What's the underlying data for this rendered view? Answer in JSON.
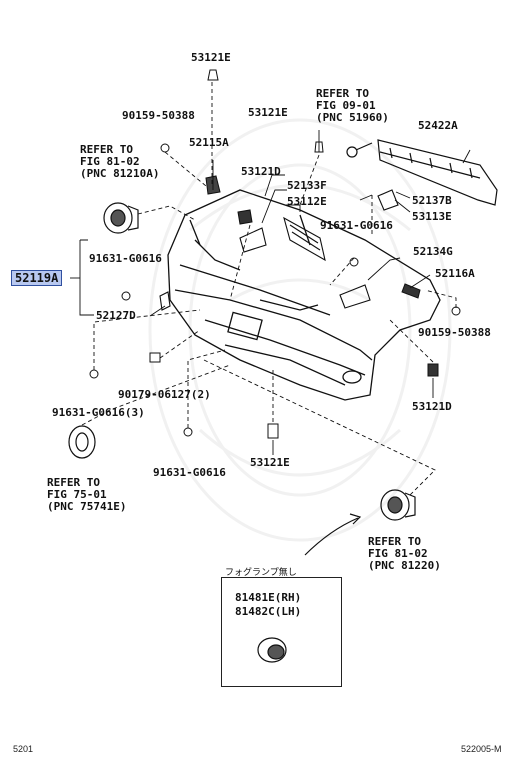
{
  "highlight_color": "#b8c8f0",
  "labels": {
    "l53121e_top": "53121E",
    "l90159_50388_a": "90159-50388",
    "l53121e_mid": "53121E",
    "refer_51960": "REFER TO\nFIG 09-01\n(PNC 51960)",
    "l52422a": "52422A",
    "refer_81210a": "REFER TO\nFIG 81-02\n(PNC 81210A)",
    "l52115a": "52115A",
    "l53121d_a": "53121D",
    "l52133f": "52133F",
    "l53112e": "53112E",
    "l52137b": "52137B",
    "l53113e": "53113E",
    "l91631_g0616_a": "91631-G0616",
    "l52119a": "52119A",
    "l91631_g0616_b": "91631-G0616",
    "l52134g": "52134G",
    "l52116a": "52116A",
    "l52127d": "52127D",
    "l90159_50388_b": "90159-50388",
    "l90179": "90179-06127(2)",
    "l53121d_b": "53121D",
    "l91631_3": "91631-G0616(3)",
    "refer_75741e": "REFER TO\nFIG 75-01\n(PNC 75741E)",
    "l91631_g0616_c": "91631-G0616",
    "l53121e_bot": "53121E",
    "refer_81220": "REFER TO\nFIG 81-02\n(PNC 81220)",
    "fog_note": "フォグランプ無し",
    "l81481e": "81481E(RH)",
    "l81482c": "81482C(LH)"
  },
  "footer": {
    "left": "5201",
    "right": "522005-M"
  }
}
